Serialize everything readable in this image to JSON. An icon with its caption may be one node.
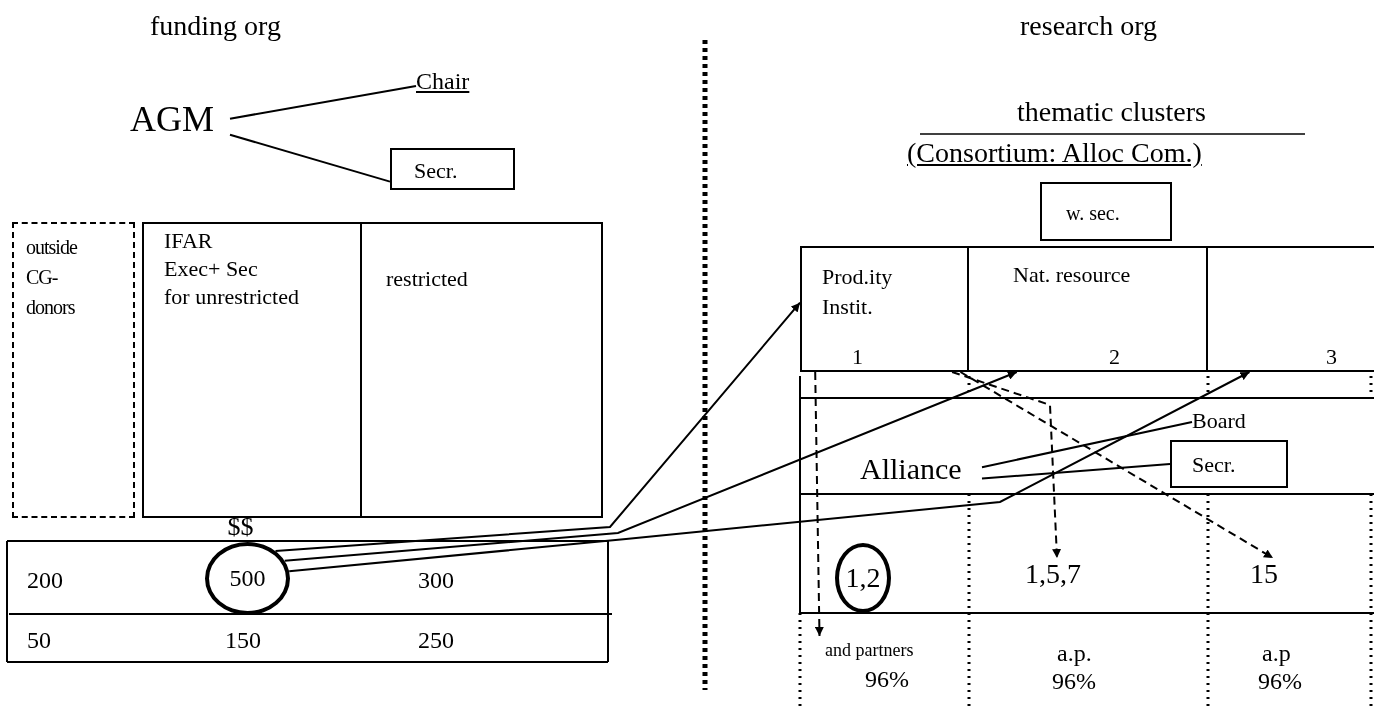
{
  "diagram": {
    "nodes": [
      {
        "text": [
          "AGM"
        ]
      },
      {
        "text": [
          "Chair"
        ]
      },
      {
        "text": [
          "Secr."
        ]
      },
      {
        "text": [
          "outside CG- donors"
        ]
      },
      {
        "text": [
          "IFAR",
          "Exec+ Sec",
          "for unrestricted"
        ]
      },
      {
        "text": [
          "restricted"
        ]
      },
      {
        "text": [
          "500"
        ],
        "beside": [
          "$$"
        ]
      },
      {
        "text": [
          "w. sec."
        ]
      },
      {
        "text": [
          "Prod.ity Instit.",
          "1"
        ]
      },
      {
        "text": [
          "Nat. resource",
          "2"
        ]
      },
      {
        "text": [
          "3"
        ]
      },
      {
        "text": [
          "Alliance"
        ]
      },
      {
        "text": [
          "Board"
        ]
      },
      {
        "text": [
          "Secr."
        ]
      },
      {
        "text": [
          "1,2"
        ]
      },
      {
        "text": [
          "1,5,7"
        ]
      },
      {
        "text": [
          "15"
        ]
      },
      {
        "text": [
          "and partners",
          "96%"
        ]
      }
    ],
    "edges": [
      {
        "from": 0,
        "to": 1,
        "arrow": "none"
      },
      {
        "from": 0,
        "to": 2,
        "arrow": "none"
      },
      {
        "from": 6,
        "to": 8,
        "arrow": "to"
      },
      {
        "from": 6,
        "to": 9,
        "arrow": "to"
      },
      {
        "from": 6,
        "to": 10,
        "arrow": "to"
      },
      {
        "from": 8,
        "to": 17,
        "arrow": "to",
        "style": "dashed"
      },
      {
        "from": 8,
        "to": 15,
        "arrow": "to",
        "style": "dashed"
      },
      {
        "from": 8,
        "to": 16,
        "arrow": "to",
        "style": "dashed"
      },
      {
        "from": 11,
        "to": 12,
        "arrow": "none"
      },
      {
        "from": 11,
        "to": 13,
        "arrow": "none"
      }
    ],
    "labels": [
      "funding org",
      "research org",
      "thematic clusters",
      "(Consortium: Alloc Com.)",
      "200",
      "300",
      "50",
      "150",
      "250",
      "a.p.",
      "96%",
      "a.p",
      "96%"
    ]
  }
}
